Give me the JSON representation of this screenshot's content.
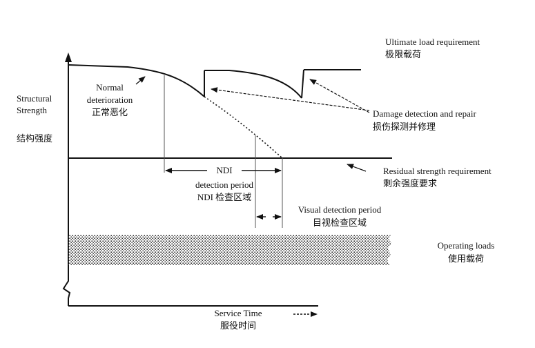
{
  "y_axis": {
    "label_en_1": "Structural",
    "label_en_2": "Strength",
    "label_zh": "结构强度"
  },
  "x_axis": {
    "label_en": "Service Time",
    "label_zh": "服役时间"
  },
  "curve_label": {
    "en_1": "Normal",
    "en_2": "deterioration",
    "zh": "正常恶化"
  },
  "annotations": {
    "ultimate_en": "Ultimate load requirement",
    "ultimate_zh": "极限载荷",
    "damage_en": "Damage detection and repair",
    "damage_zh": "损伤探测并修理",
    "residual_en": "Residual strength requirement",
    "residual_zh": "剩余强度要求",
    "operating_en": "Operating loads",
    "operating_zh": "使用载荷"
  },
  "periods": {
    "ndi_abbrev": "NDI",
    "ndi_line2": "detection period",
    "ndi_line3": "NDI 检查区域",
    "visual_en": "Visual detection period",
    "visual_zh": "目视检查区域"
  }
}
